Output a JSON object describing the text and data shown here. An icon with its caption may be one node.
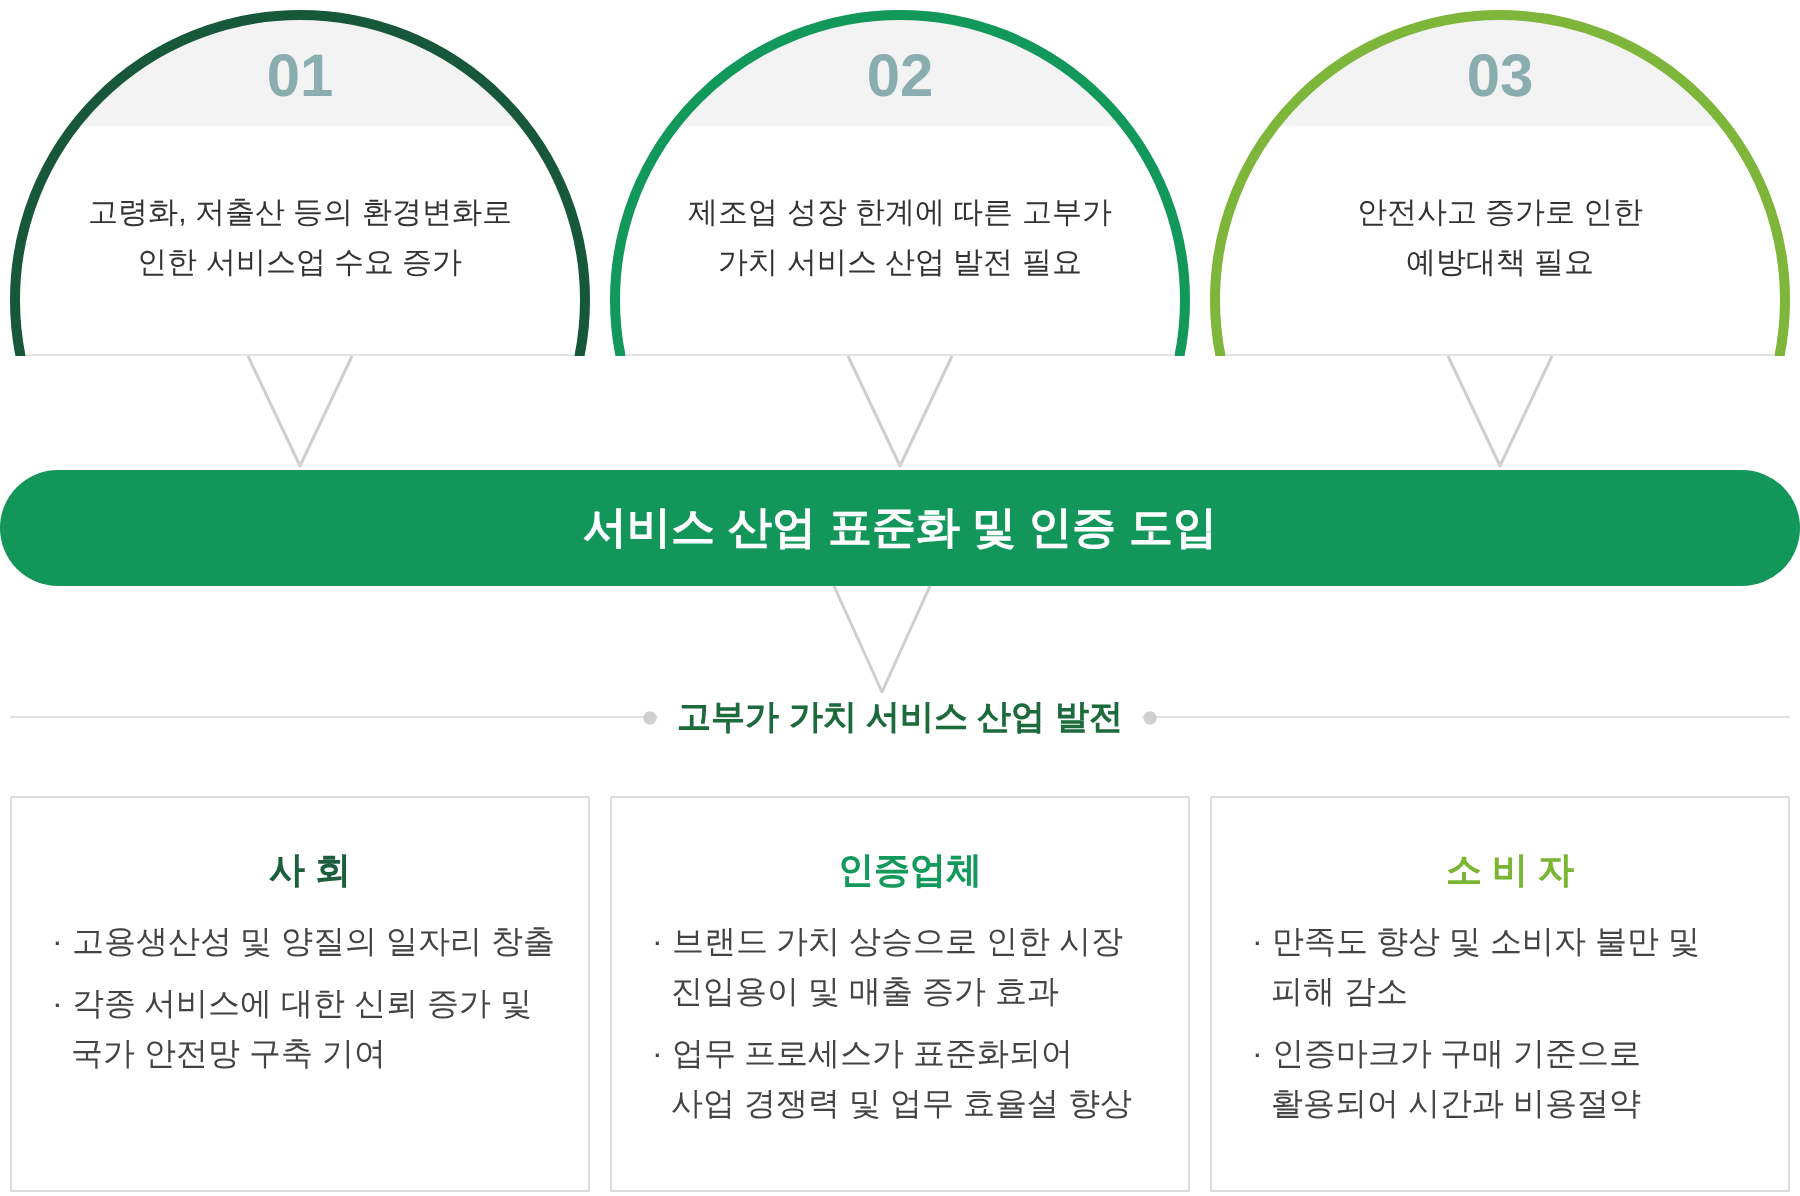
{
  "diagram": {
    "nodes": [
      {
        "text": [
          "01",
          "고령화, 저출산 등의 환경변화로 인한 서비스업 수요 증가"
        ]
      },
      {
        "text": [
          "02",
          "제조업 성장 한계에 따른 고부가 가치 서비스 산업 발전 필요"
        ]
      },
      {
        "text": [
          "03",
          "안전사고 증가로 인한 예방대책 필요"
        ]
      },
      {
        "text": [
          "서비스 산업 표준화 및 인증 도입"
        ]
      },
      {
        "text": [
          "고부가 가치 서비스 산업 발전"
        ]
      },
      {
        "text": [
          "사 회",
          "· 고용생산성 및 양질의 일자리 창출",
          "· 각종 서비스에 대한 신뢰 증가 및 국가 안전망 구축 기여"
        ]
      },
      {
        "text": [
          "인증업체",
          "· 브랜드 가치 상승으로 인한 시장 진입용이 및 매출 증가 효과",
          "· 업무 프로세스가 표준화되어 사업 경쟁력 및 업무 효율설 향상"
        ]
      },
      {
        "text": [
          "소 비 자",
          "· 만족도 향상 및 소비자 불만 및 피해 감소",
          "· 인증마크가 구매 기준으로 활용되어 시간과 비용절약"
        ]
      }
    ],
    "edges": [
      {
        "from": 0,
        "to": 3,
        "arrow": "to"
      },
      {
        "from": 1,
        "to": 3,
        "arrow": "to"
      },
      {
        "from": 2,
        "to": 3,
        "arrow": "to"
      },
      {
        "from": 3,
        "to": 4,
        "arrow": "to"
      }
    ]
  }
}
